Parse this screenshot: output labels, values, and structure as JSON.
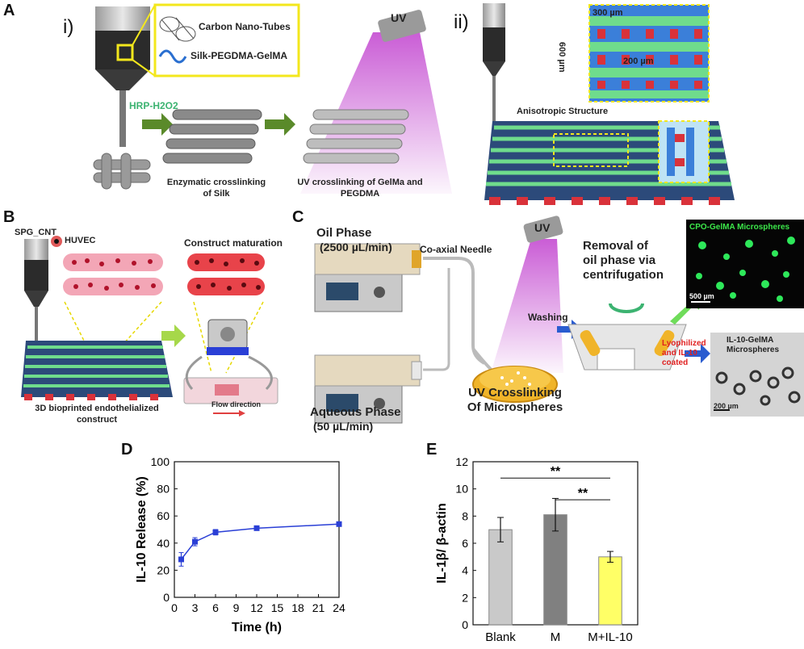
{
  "panels": {
    "A": "A",
    "B": "B",
    "C": "C",
    "D": "D",
    "E": "E",
    "A_sub_i": "i)",
    "A_sub_ii": "ii)"
  },
  "panelA": {
    "inset_carbon": "Carbon Nano-Tubes",
    "inset_silk": "Silk-PEGDMA-GelMA",
    "uv_label": "UV",
    "hrp_label": "HRP-H2O2",
    "enzymatic_line1": "Enzymatic crosslinking",
    "enzymatic_line2": "of Silk",
    "uv_cross_line1": "UV crosslinking of GelMa and",
    "uv_cross_line2": "PEGDMA",
    "dim_300": "300 µm",
    "dim_600": "600 µm",
    "dim_200": "200 µm",
    "anisotropic": "Anisotropic Structure",
    "colors": {
      "inset_border": "#f3e71c",
      "arrow": "#5a8a2a",
      "hrp_text": "#3cb371",
      "uv_glow": "#c44bd1",
      "fiber_green": "#6fdc8c",
      "fiber_blue": "#3b7fd9",
      "block_red": "#d9323a"
    }
  },
  "panelB": {
    "spg_cnt": "SPG_CNT",
    "huvec": "HUVEC",
    "construct_maturation": "Construct maturation",
    "bioprinted_line1": "3D bioprinted endothelialized",
    "bioprinted_line2": "construct",
    "flow_direction": "Flow direction"
  },
  "panelC": {
    "oil_phase": "Oil Phase",
    "oil_rate": "(2500 µL/min)",
    "coaxial": "Co-axial Needle",
    "uv_label": "UV",
    "aqueous_phase": "Aqueous Phase",
    "aqueous_rate": "(50 µL/min)",
    "uv_cross_line1": "UV Crosslinking",
    "uv_cross_line2": "Of Microspheres",
    "washing": "Washing",
    "removal_line1": "Removal of",
    "removal_line2": "oil phase via",
    "removal_line3": "centrifugation",
    "cpo_title": "CPO-GelMA Microspheres",
    "scale_500": "500 µm",
    "lyo_line1": "Lyophilized",
    "lyo_line2": "and IL-10",
    "lyo_line3": "coated",
    "il10_line1": "IL-10-GelMA",
    "il10_line2": "Microspheres",
    "scale_200": "200 µm"
  },
  "chart_data": [
    {
      "type": "line",
      "panel": "D",
      "xlabel": "Time (h)",
      "ylabel": "IL-10 Release (%)",
      "xlim": [
        0,
        24
      ],
      "ylim": [
        0,
        100
      ],
      "xticks": [
        "0",
        "3",
        "6",
        "9",
        "12",
        "15",
        "18",
        "21",
        "24"
      ],
      "yticks": [
        "0",
        "20",
        "40",
        "60",
        "80",
        "100"
      ],
      "series": [
        {
          "x": [
            1,
            3,
            6,
            12,
            24
          ],
          "y": [
            28,
            41,
            48,
            51,
            54
          ],
          "err": [
            5,
            3,
            2,
            1.5,
            1
          ],
          "color": "#2a3fd6"
        }
      ],
      "grid": false
    },
    {
      "type": "bar",
      "panel": "E",
      "ylabel": "IL-1β/ β-actin",
      "categories": [
        "Blank",
        "M",
        "M+IL-10"
      ],
      "values": [
        7.0,
        8.1,
        5.0
      ],
      "errors": [
        0.9,
        1.2,
        0.4
      ],
      "colors": [
        "#c9c9c9",
        "#808080",
        "#ffff66"
      ],
      "ylim": [
        0,
        12
      ],
      "yticks": [
        "0",
        "2",
        "4",
        "6",
        "8",
        "10",
        "12"
      ],
      "significance": [
        {
          "from": "Blank",
          "to": "M+IL-10",
          "label": "**"
        },
        {
          "from": "M",
          "to": "M+IL-10",
          "label": "**"
        }
      ]
    }
  ]
}
